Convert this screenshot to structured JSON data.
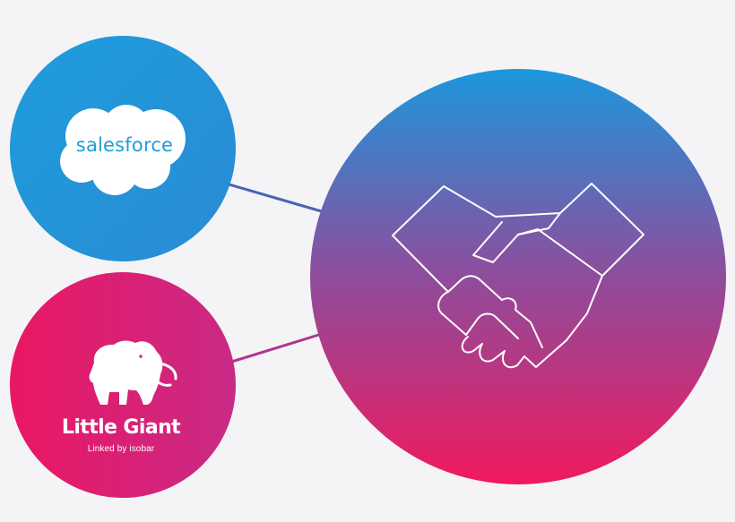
{
  "salesforce": {
    "logo_text": "salesforce",
    "circle_color_top": "#1e9ddd",
    "circle_color_bottom": "#2a8bd3",
    "cloud_color": "#ffffff",
    "text_color": "#1b9ddb"
  },
  "little_giant": {
    "name": "Little Giant",
    "tagline": "Linked by isobar",
    "circle_color_left": "#ea1763",
    "circle_color_right": "#c92a86",
    "mascot_icon": "mammoth-icon"
  },
  "partnership": {
    "icon": "handshake-icon",
    "gradient_top": "#1c97dd",
    "gradient_middle": "#8a4f9e",
    "gradient_bottom": "#f0195e"
  },
  "connectors": {
    "top_color": "#4a64b3",
    "bottom_color": "#b03590"
  }
}
